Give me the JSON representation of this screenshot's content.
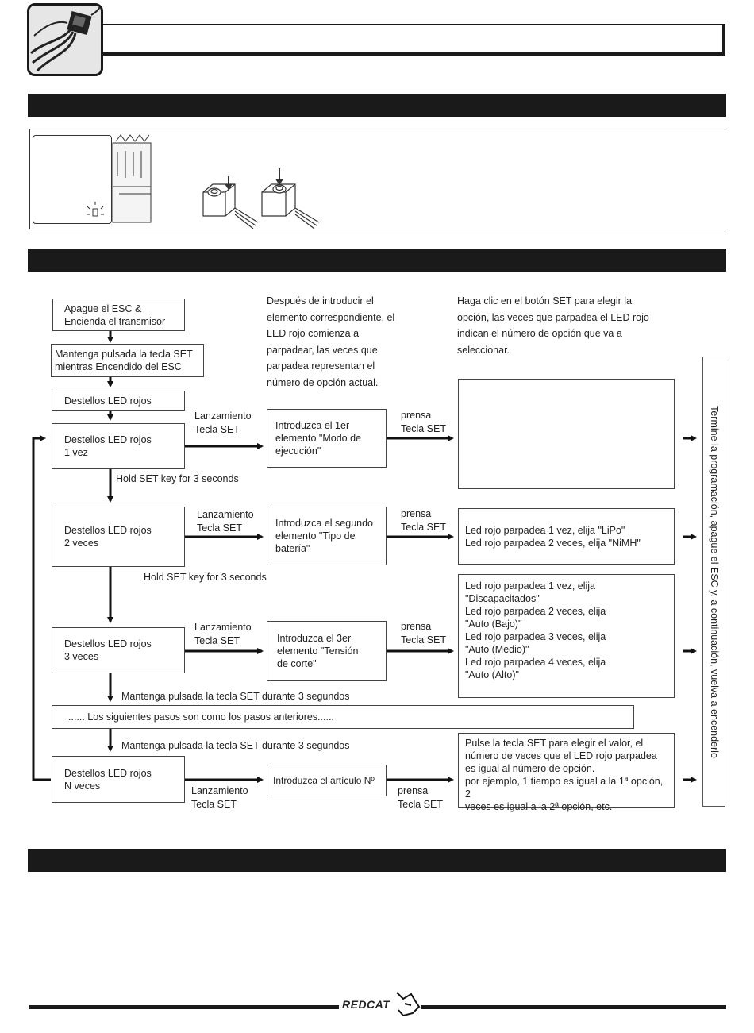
{
  "steps": {
    "start": "Apague el ESC &\nEncienda el transmisor",
    "hold": "Mantenga pulsada la tecla SET\nmientras Encendido del ESC",
    "flash": "Destellos LED rojos",
    "flash1": "Destellos LED rojos\n1 vez",
    "flash2": "Destellos LED rojos\n2 veces",
    "flash3": "Destellos LED rojos\n3 veces",
    "flashN": "Destellos LED rojos\nN veces"
  },
  "items": {
    "item1": "Introduzca el 1er\nelemento \"Modo de\nejecución\"",
    "item2": "Introduzca el segundo\nelemento \"Tipo de\nbatería\"",
    "item3": "Introduzca el 3er\nelemento \"Tensión\nde corte\"",
    "itemN": "Introduzca el artículo Nº"
  },
  "labels": {
    "release": "Lanzamiento\nTecla SET",
    "press": "prensa\nTecla SET",
    "hold3_en": "Hold SET key for 3 seconds",
    "hold3_es": "Mantenga pulsada la tecla SET durante 3 segundos",
    "following": "...... Los siguientes pasos son como los pasos anteriores......",
    "exit_vertical": "Termine la programación, apague el ESC y, a continuación, vuelva a encenderlo"
  },
  "notes": {
    "middle": "Después de introducir el\nelemento correspondiente, el\nLED rojo comienza a\nparpadear, las veces que\nparpadea representan el\nnúmero de opción actual.",
    "right": "Haga clic en el botón SET para elegir la\nopción, las veces que parpadea el LED rojo\nindican el número de opción que va a\nseleccionar."
  },
  "options": {
    "item1": "",
    "item2": "Led rojo parpadea 1 vez, elija \"LiPo\"\nLed rojo parpadea 2 veces, elija \"NiMH\"",
    "item3": "Led rojo parpadea 1 vez, elija\n\"Discapacitados\"\nLed rojo parpadea 2 veces, elija\n\"Auto (Bajo)\"\nLed rojo parpadea 3 veces, elija\n\"Auto (Medio)\"\nLed rojo parpadea 4 veces, elija\n\"Auto (Alto)\"",
    "itemN": "Pulse la tecla SET para elegir el valor, el\nnúmero de veces que el LED rojo parpadea\nes igual al número de opción.\npor ejemplo, 1 tiempo es igual a la 1ª opción, 2\nveces es igual a la 2ª opción, etc."
  },
  "brand": "REDCAT"
}
